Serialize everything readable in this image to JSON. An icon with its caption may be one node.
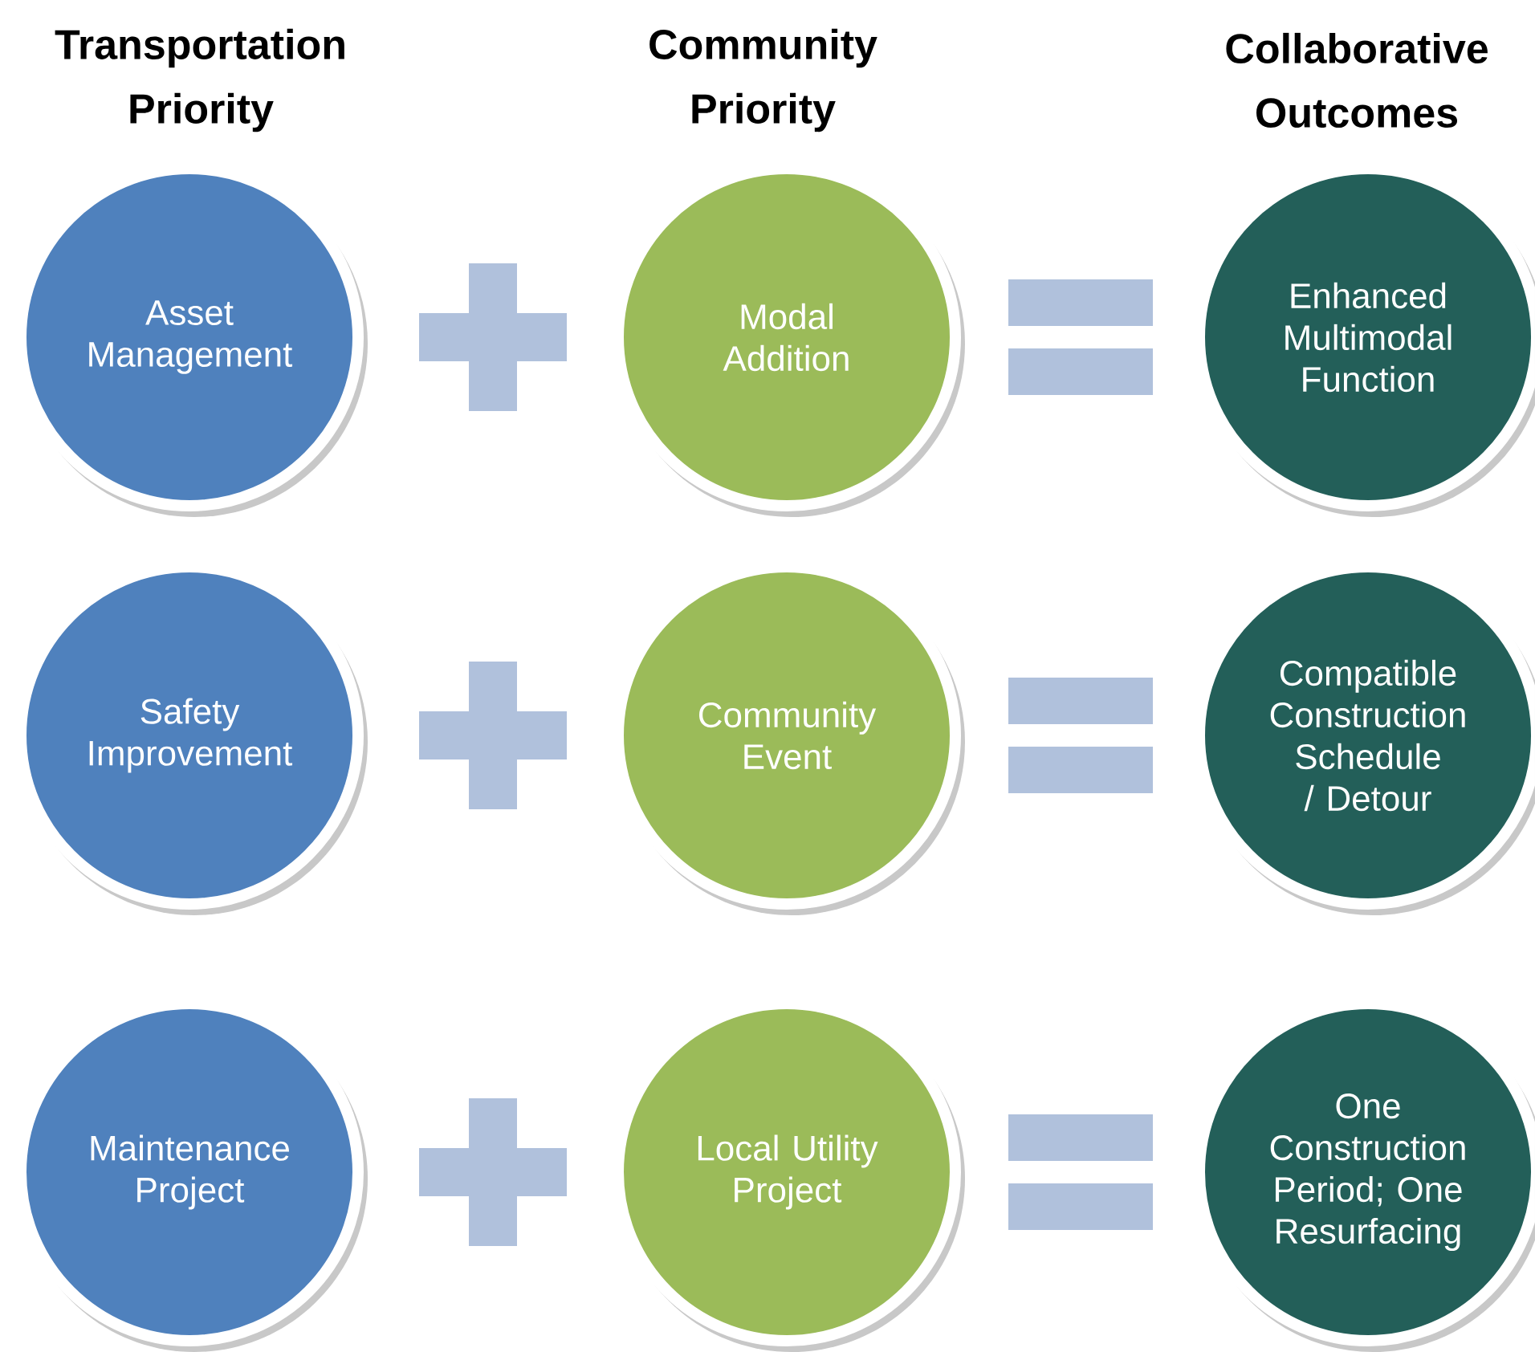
{
  "diagram": {
    "nodes": [
      {
        "text": [
          "Asset Management"
        ]
      },
      {
        "text": [
          "Modal Addition"
        ]
      },
      {
        "text": [
          "Enhanced Multimodal Function"
        ]
      },
      {
        "text": [
          "Safety Improvement"
        ]
      },
      {
        "text": [
          "Community Event"
        ]
      },
      {
        "text": [
          "Compatible Construction Schedule / Detour"
        ]
      },
      {
        "text": [
          "Maintenance Project"
        ]
      },
      {
        "text": [
          "Local Utility Project"
        ]
      },
      {
        "text": [
          "One Construction Period; One Resurfacing"
        ]
      }
    ],
    "labels": [
      "Transportation Priority",
      "Community Priority",
      "Collaborative Outcomes"
    ]
  }
}
